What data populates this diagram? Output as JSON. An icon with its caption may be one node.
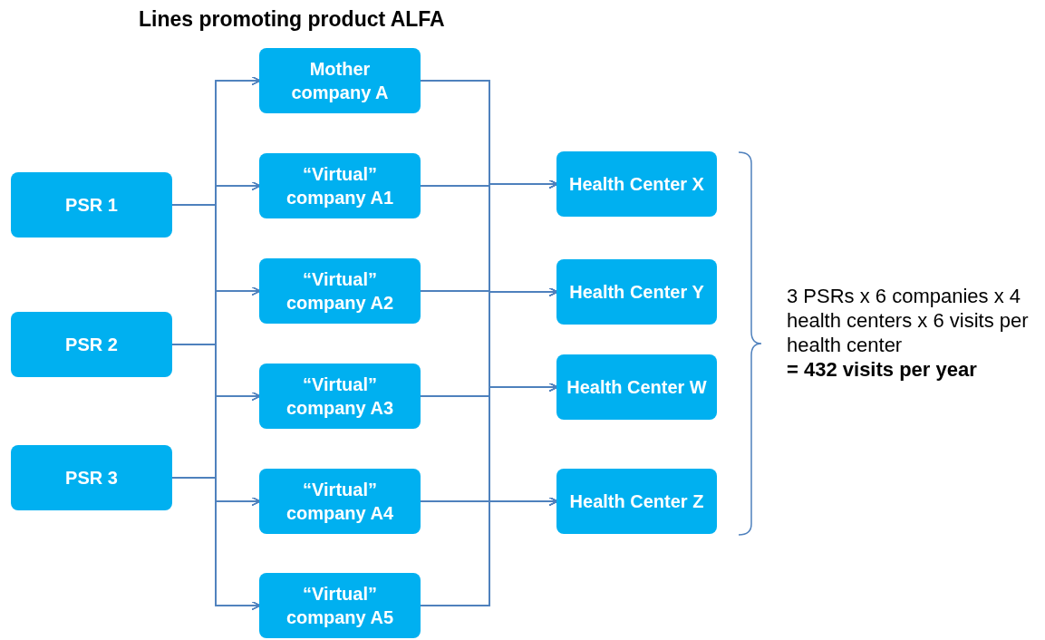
{
  "diagram": {
    "title": "Lines promoting product ALFA",
    "nodes": [
      {
        "text": [
          "PSR 1"
        ]
      },
      {
        "text": [
          "PSR 2"
        ]
      },
      {
        "text": [
          "PSR 3"
        ]
      },
      {
        "text": [
          "Mother company A"
        ]
      },
      {
        "text": [
          "“Virtual” company A1"
        ]
      },
      {
        "text": [
          "“Virtual” company A2"
        ]
      },
      {
        "text": [
          "“Virtual” company A3"
        ]
      },
      {
        "text": [
          "“Virtual” company A4"
        ]
      },
      {
        "text": [
          "“Virtual” company A5"
        ]
      },
      {
        "text": [
          "Health Center X"
        ]
      },
      {
        "text": [
          "Health Center Y"
        ]
      },
      {
        "text": [
          "Health Center W"
        ]
      },
      {
        "text": [
          "Health Center Z"
        ]
      }
    ],
    "edges": [
      {
        "from": 0,
        "to": 3,
        "arrow": "to"
      },
      {
        "from": 0,
        "to": 4,
        "arrow": "to"
      },
      {
        "from": 0,
        "to": 5,
        "arrow": "to"
      },
      {
        "from": 0,
        "to": 6,
        "arrow": "to"
      },
      {
        "from": 0,
        "to": 7,
        "arrow": "to"
      },
      {
        "from": 0,
        "to": 8,
        "arrow": "to"
      },
      {
        "from": 1,
        "to": 3,
        "arrow": "to"
      },
      {
        "from": 1,
        "to": 4,
        "arrow": "to"
      },
      {
        "from": 1,
        "to": 5,
        "arrow": "to"
      },
      {
        "from": 1,
        "to": 6,
        "arrow": "to"
      },
      {
        "from": 1,
        "to": 7,
        "arrow": "to"
      },
      {
        "from": 1,
        "to": 8,
        "arrow": "to"
      },
      {
        "from": 2,
        "to": 3,
        "arrow": "to"
      },
      {
        "from": 2,
        "to": 4,
        "arrow": "to"
      },
      {
        "from": 2,
        "to": 5,
        "arrow": "to"
      },
      {
        "from": 2,
        "to": 6,
        "arrow": "to"
      },
      {
        "from": 2,
        "to": 7,
        "arrow": "to"
      },
      {
        "from": 2,
        "to": 8,
        "arrow": "to"
      },
      {
        "from": 3,
        "to": 9,
        "arrow": "to"
      },
      {
        "from": 3,
        "to": 10,
        "arrow": "to"
      },
      {
        "from": 3,
        "to": 11,
        "arrow": "to"
      },
      {
        "from": 3,
        "to": 12,
        "arrow": "to"
      },
      {
        "from": 4,
        "to": 9,
        "arrow": "to"
      },
      {
        "from": 4,
        "to": 10,
        "arrow": "to"
      },
      {
        "from": 4,
        "to": 11,
        "arrow": "to"
      },
      {
        "from": 4,
        "to": 12,
        "arrow": "to"
      },
      {
        "from": 5,
        "to": 9,
        "arrow": "to"
      },
      {
        "from": 5,
        "to": 10,
        "arrow": "to"
      },
      {
        "from": 5,
        "to": 11,
        "arrow": "to"
      },
      {
        "from": 5,
        "to": 12,
        "arrow": "to"
      },
      {
        "from": 6,
        "to": 9,
        "arrow": "to"
      },
      {
        "from": 6,
        "to": 10,
        "arrow": "to"
      },
      {
        "from": 6,
        "to": 11,
        "arrow": "to"
      },
      {
        "from": 6,
        "to": 12,
        "arrow": "to"
      },
      {
        "from": 7,
        "to": 9,
        "arrow": "to"
      },
      {
        "from": 7,
        "to": 10,
        "arrow": "to"
      },
      {
        "from": 7,
        "to": 11,
        "arrow": "to"
      },
      {
        "from": 7,
        "to": 12,
        "arrow": "to"
      },
      {
        "from": 8,
        "to": 9,
        "arrow": "to"
      },
      {
        "from": 8,
        "to": 10,
        "arrow": "to"
      },
      {
        "from": 8,
        "to": 11,
        "arrow": "to"
      },
      {
        "from": 8,
        "to": 12,
        "arrow": "to"
      }
    ],
    "labels": [
      "3 PSRs x 6 companies x 4 health centers x 6 visits per health center",
      "= 432 visits per year"
    ]
  }
}
